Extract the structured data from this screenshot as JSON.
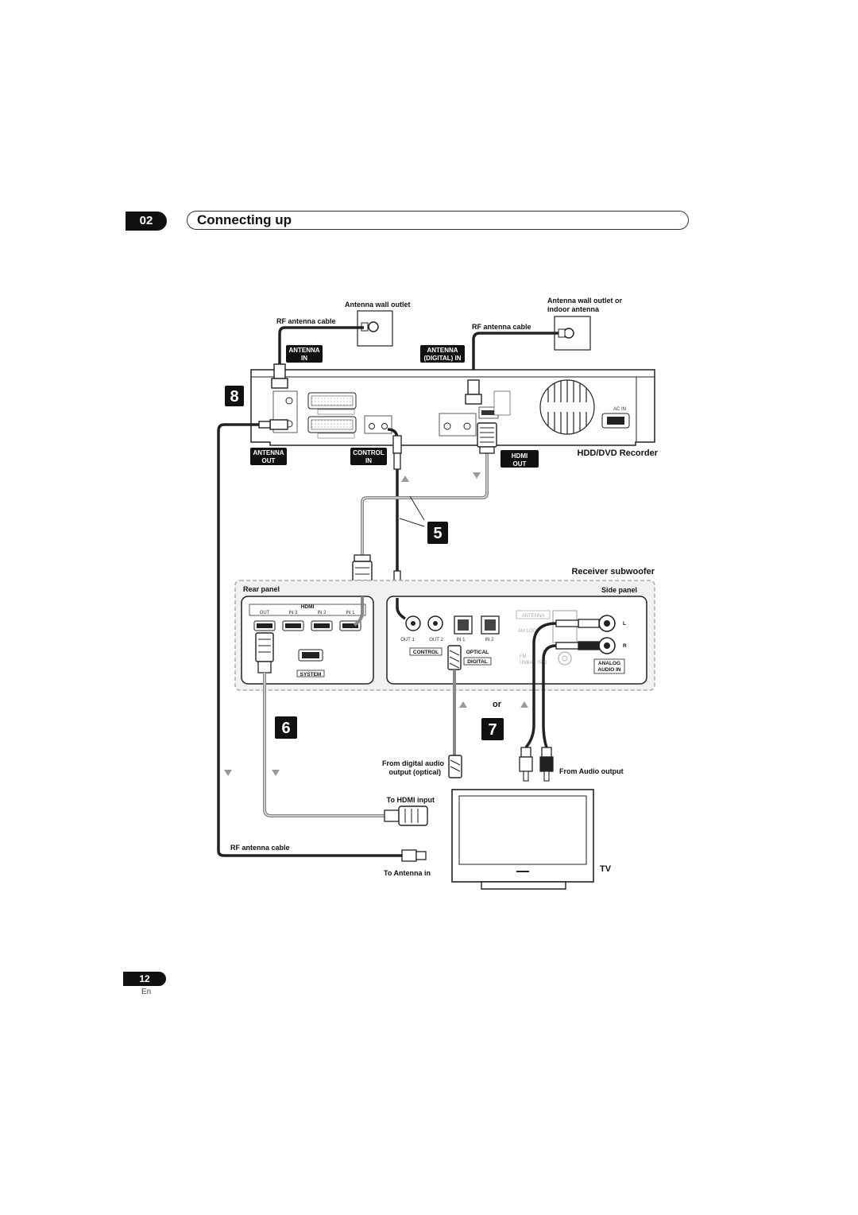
{
  "chapter": {
    "number": "02",
    "title": "Connecting up"
  },
  "labels": {
    "antenna_wall_outlet": "Antenna wall outlet",
    "antenna_wall_outlet_or": "Antenna wall outlet or",
    "indoor_antenna": "indoor antenna",
    "rf_cable_left": "RF antenna cable",
    "rf_cable_right": "RF antenna cable",
    "rf_cable_bottom": "RF antenna cable",
    "recorder": "HDD/DVD Recorder",
    "receiver": "Receiver subwoofer",
    "rear_panel": "Rear panel",
    "side_panel": "Side panel",
    "from_digital_1": "From digital audio",
    "from_digital_2": "output (optical)",
    "from_audio_output": "From Audio output",
    "to_hdmi_input": "To HDMI input",
    "to_antenna_in": "To Antenna in",
    "tv": "TV",
    "or": "or"
  },
  "tags": {
    "antenna_in_1": "ANTENNA",
    "antenna_in_2": "IN",
    "antenna_dig_1": "ANTENNA",
    "antenna_dig_2": "(DIGITAL) IN",
    "antenna_out_1": "ANTENNA",
    "antenna_out_2": "OUT",
    "control_in_1": "CONTROL",
    "control_in_2": "IN",
    "hdmi_out_1": "HDMI",
    "hdmi_out_2": "OUT"
  },
  "steps": {
    "s8": "8",
    "s5": "5",
    "s6": "6",
    "s7": "7"
  },
  "receiver_panel": {
    "hdmi": "HDMI",
    "out": "OUT",
    "in3": "IN 3",
    "in2": "IN 2",
    "in1": "IN 1",
    "system": "SYSTEM",
    "out1": "OUT",
    "out1n": "1",
    "out2": "OUT",
    "out2n": "2",
    "control": "CONTROL",
    "opt_in1": "IN",
    "opt_in1n": "1",
    "opt_in2": "IN",
    "opt_in2n": "2",
    "optical": "OPTICAL",
    "digital": "DIGITAL",
    "antenna": "ANTENNA",
    "am_loop": "AM LOOP",
    "fm": "FM",
    "unbal": "UNBAL 75 Ω",
    "l": "L",
    "r": "R",
    "analog": "ANALOG",
    "audio_in": "AUDIO IN"
  },
  "page": {
    "number": "12",
    "lang": "En"
  }
}
